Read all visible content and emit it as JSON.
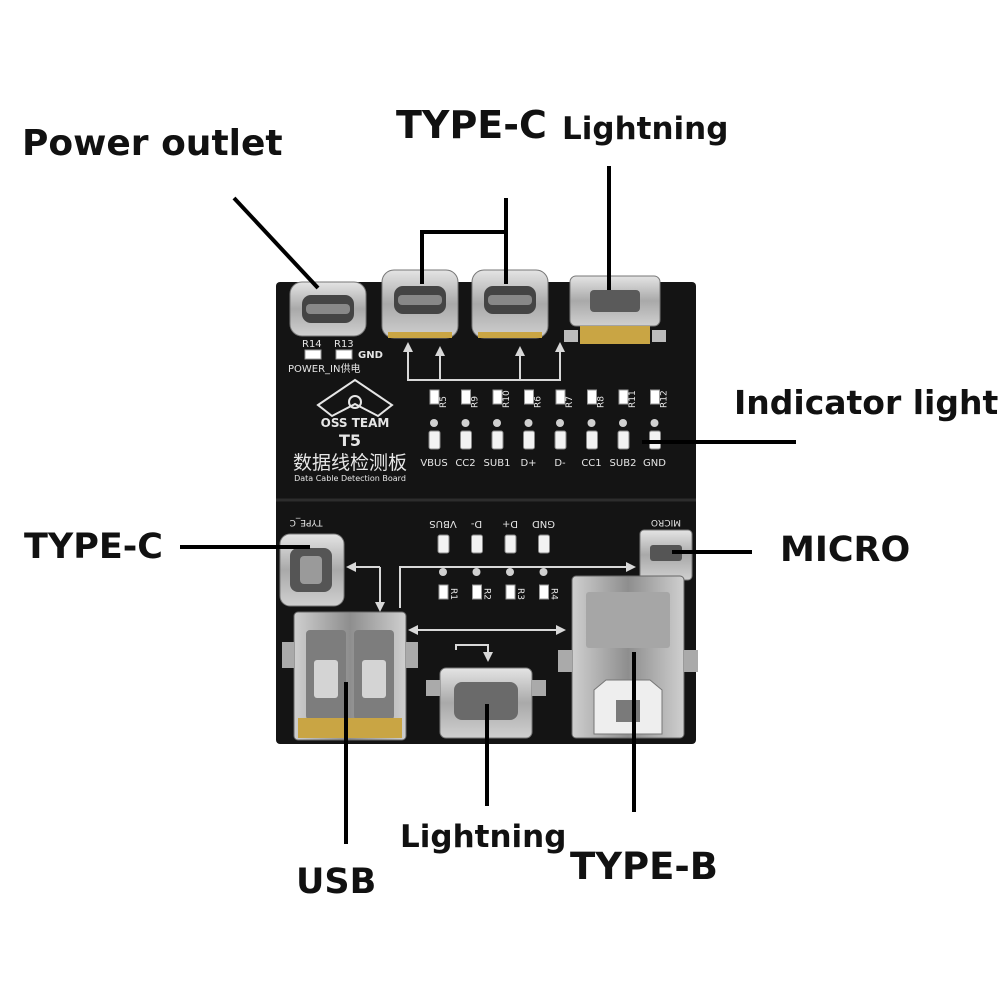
{
  "callouts": {
    "power_outlet": "Power outlet",
    "type_c_top": "TYPE-C",
    "lightning_top": "Lightning",
    "indicator_light": "Indicator light",
    "type_c_left": "TYPE-C",
    "micro": "MICRO",
    "usb": "USB",
    "lightning_bottom": "Lightning",
    "type_b": "TYPE-B"
  },
  "board": {
    "brand": "OSS TEAM",
    "model": "T5",
    "title_cn": "数据线检测板",
    "subtitle": "Data Cable Detection Board",
    "power_label": "POWER_IN供电",
    "gnd_label": "GND",
    "r14": "R14",
    "r13": "R13",
    "type_c_label": "TYPE_C",
    "micro_label": "MICRO",
    "top_resistors": [
      "R5",
      "R9",
      "R10",
      "R6",
      "R7",
      "R8",
      "R11",
      "R12"
    ],
    "top_pins": [
      "VBUS",
      "CC2",
      "SUB1",
      "D+",
      "D-",
      "CC1",
      "SUB2",
      "GND"
    ],
    "bottom_pins": [
      "VBUS",
      "D-",
      "D+",
      "GND"
    ],
    "bottom_resistors": [
      "R1",
      "R2",
      "R3",
      "R4"
    ]
  },
  "colors": {
    "board": "#141414",
    "silkscreen": "#e6e6e6",
    "metal": "#b9b9b9",
    "callout_line": "#000000"
  }
}
